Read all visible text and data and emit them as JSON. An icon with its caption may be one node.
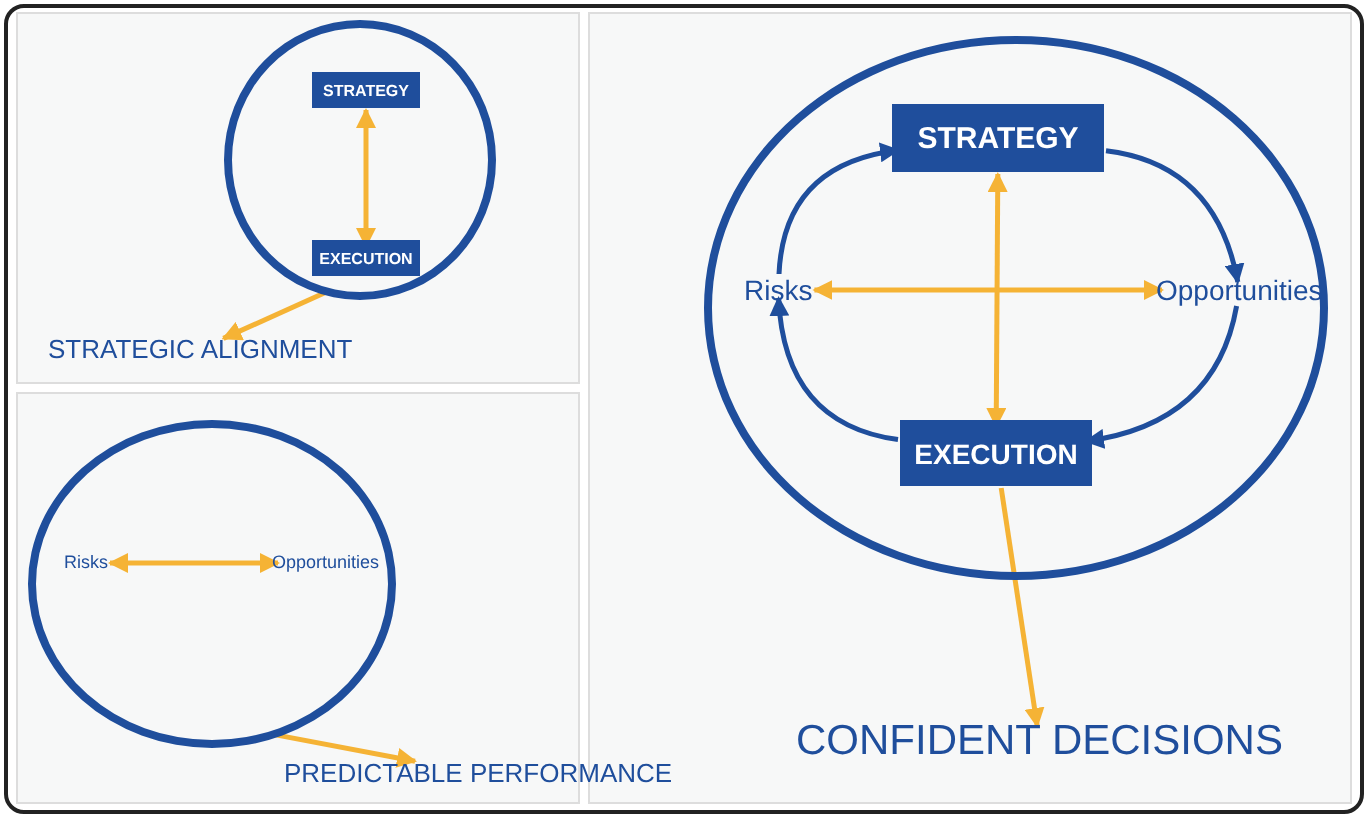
{
  "diagram": {
    "nodes": [
      {
        "text": [],
        "shape": "circle"
      },
      {
        "text": [
          "STRATEGY"
        ],
        "in": 0
      },
      {
        "text": [
          "EXECUTION"
        ],
        "in": 0
      },
      {
        "text": [
          "STRATEGIC ALIGNMENT"
        ]
      },
      {
        "text": [],
        "shape": "circle"
      },
      {
        "text": [
          "Risks"
        ],
        "in": 4
      },
      {
        "text": [
          "Opportunities"
        ],
        "in": 4
      },
      {
        "text": [
          "PREDICTABLE PERFORMANCE"
        ]
      },
      {
        "text": [],
        "shape": "circle"
      },
      {
        "text": [
          "STRATEGY"
        ],
        "in": 8
      },
      {
        "text": [
          "Risks"
        ],
        "in": 8
      },
      {
        "text": [
          "Opportunities"
        ],
        "in": 8
      },
      {
        "text": [
          "EXECUTION"
        ],
        "in": 8
      },
      {
        "text": [
          "CONFIDENT DECISIONS"
        ]
      }
    ],
    "edges": [
      {
        "from": 1,
        "to": 2,
        "arrow": "both"
      },
      {
        "from": 0,
        "to": 3,
        "arrow": "to"
      },
      {
        "from": 5,
        "to": 6,
        "arrow": "both"
      },
      {
        "from": 4,
        "to": 7,
        "arrow": "to"
      },
      {
        "from": 9,
        "to": 12,
        "arrow": "both"
      },
      {
        "from": 10,
        "to": 11,
        "arrow": "both"
      },
      {
        "from": 9,
        "to": 11,
        "arrow": "to",
        "color": "#1f4e9c"
      },
      {
        "from": 11,
        "to": 12,
        "arrow": "to",
        "color": "#1f4e9c"
      },
      {
        "from": 12,
        "to": 10,
        "arrow": "to",
        "color": "#1f4e9c"
      },
      {
        "from": 10,
        "to": 9,
        "arrow": "to",
        "color": "#1f4e9c"
      },
      {
        "from": 12,
        "to": 13,
        "arrow": "to"
      }
    ]
  }
}
